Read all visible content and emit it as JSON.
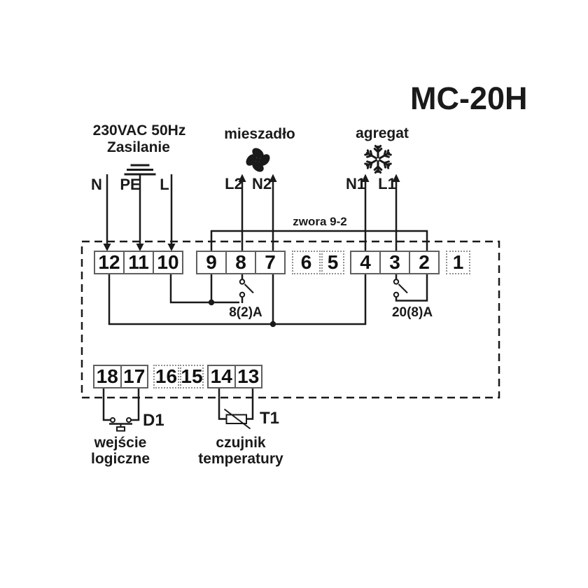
{
  "title": "MC-20H",
  "colors": {
    "ink": "#1a1a1a",
    "box_border": "#5f5f5f",
    "dotted_border": "#8f8f8f"
  },
  "power": {
    "line1": "230VAC 50Hz",
    "line2": "Zasilanie",
    "n": "N",
    "pe": "PE",
    "l": "L",
    "pe_icon": "earth-ground-icon"
  },
  "mixer": {
    "label": "mieszadło",
    "icon": "fan-icon",
    "l2": "L2",
    "n2": "N2"
  },
  "aggregate": {
    "label": "agregat",
    "icon": "snowflake-icon",
    "n1": "N1",
    "l1": "L1"
  },
  "jumper": {
    "label": "zwora 9-2"
  },
  "relay_mixer": {
    "rating": "8(2)A"
  },
  "relay_aggregate": {
    "rating": "20(8)A"
  },
  "terminals": {
    "top": [
      "12",
      "11",
      "10",
      "9",
      "8",
      "7",
      "6",
      "5",
      "4",
      "3",
      "2",
      "1"
    ],
    "bottom": [
      "18",
      "17",
      "16",
      "15",
      "14",
      "13"
    ]
  },
  "logic_input": {
    "designator": "D1",
    "line1": "wejście",
    "line2": "logiczne",
    "icon": "push-button-icon"
  },
  "temp_sensor": {
    "designator": "T1",
    "line1": "czujnik",
    "line2": "temperatury",
    "icon": "thermistor-icon"
  }
}
